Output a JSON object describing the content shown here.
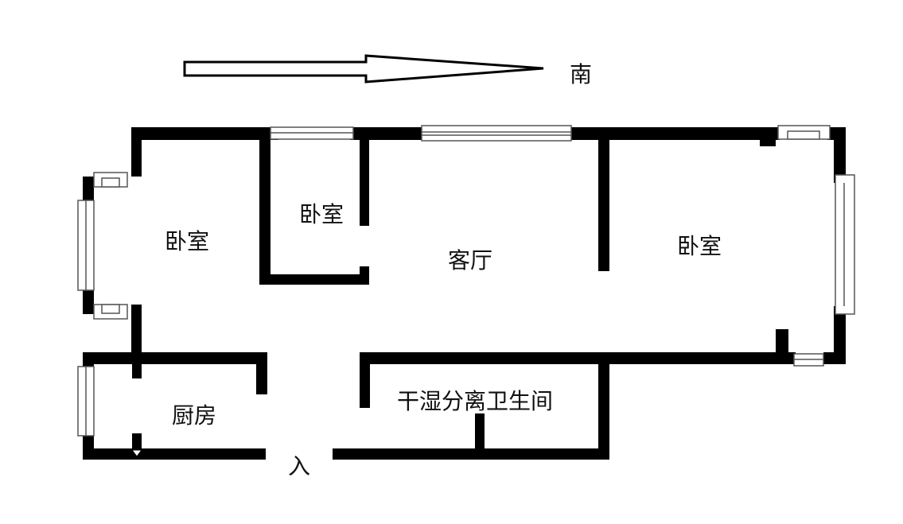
{
  "compass": {
    "direction_label": "南"
  },
  "rooms": {
    "bedroom_left": "卧室",
    "bedroom_small": "卧室",
    "living_room": "客厅",
    "bedroom_right": "卧室",
    "kitchen": "厨房",
    "bathroom": "干湿分离卫生间"
  },
  "entrance_label": "入",
  "colors": {
    "wall": "#000000",
    "window": "#888888",
    "background": "#ffffff"
  }
}
